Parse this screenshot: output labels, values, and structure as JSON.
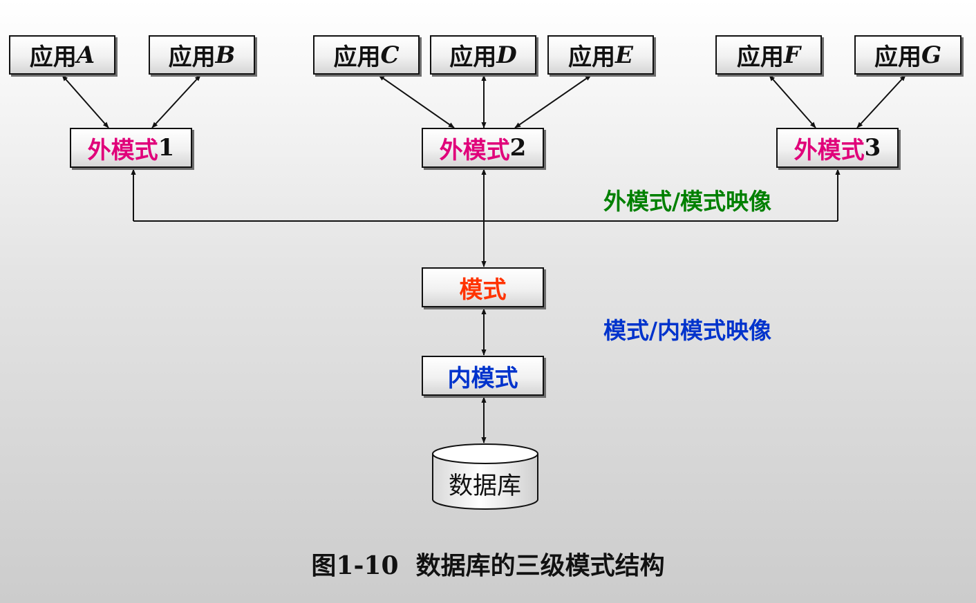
{
  "applications": [
    {
      "prefix": "应用",
      "letter": "A"
    },
    {
      "prefix": "应用",
      "letter": "B"
    },
    {
      "prefix": "应用",
      "letter": "C"
    },
    {
      "prefix": "应用",
      "letter": "D"
    },
    {
      "prefix": "应用",
      "letter": "E"
    },
    {
      "prefix": "应用",
      "letter": "F"
    },
    {
      "prefix": "应用",
      "letter": "G"
    }
  ],
  "external_schemas": [
    {
      "label": "外模式",
      "number": "1"
    },
    {
      "label": "外模式",
      "number": "2"
    },
    {
      "label": "外模式",
      "number": "3"
    }
  ],
  "schema": {
    "label": "模式"
  },
  "internal_schema": {
    "label": "内模式"
  },
  "database": {
    "label": "数据库"
  },
  "mappings": {
    "external_to_schema": "外模式/模式映像",
    "schema_to_internal": "模式/内模式映像"
  },
  "caption": "图1-10  数据库的三级模式结构",
  "colors": {
    "external_schema_text": "#e0007a",
    "schema_text": "#ff3300",
    "internal_schema_text": "#0033cc",
    "mapping1_text": "#008000",
    "mapping2_text": "#0033cc"
  }
}
